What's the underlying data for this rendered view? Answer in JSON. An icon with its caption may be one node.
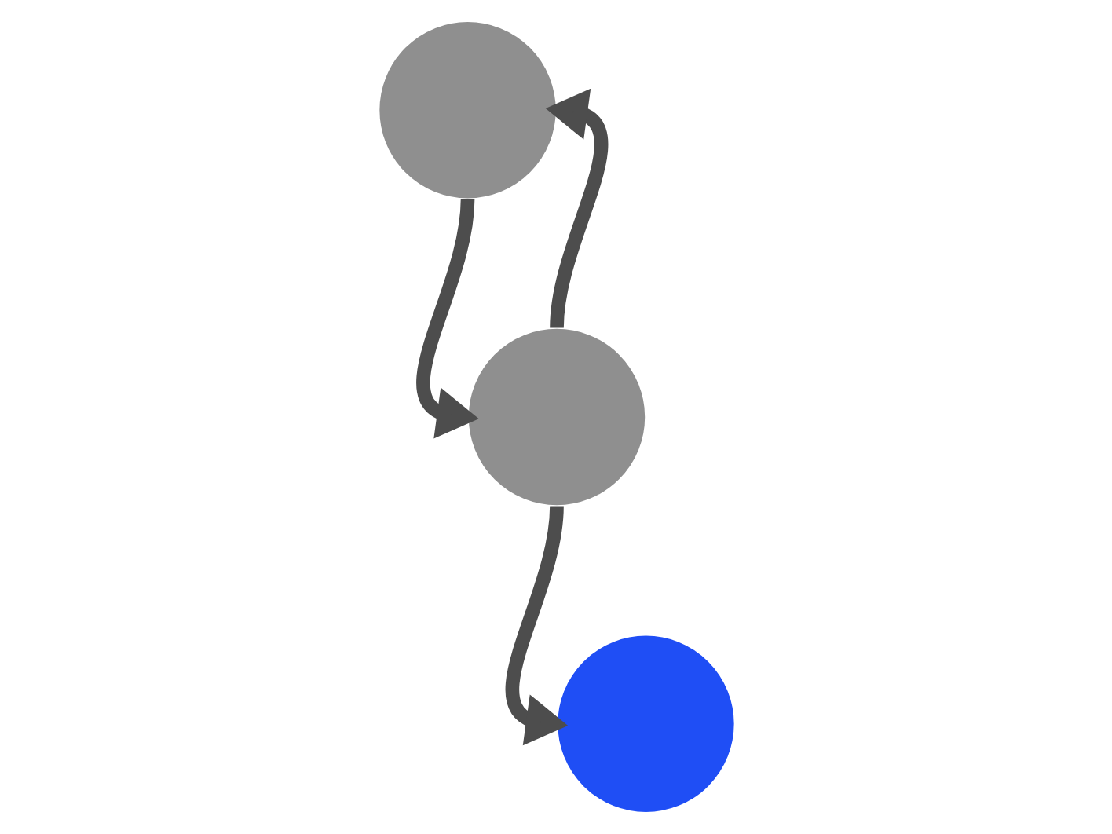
{
  "diagram": {
    "nodes": [
      {
        "text": [],
        "shape": "circle"
      },
      {
        "text": [],
        "shape": "circle"
      },
      {
        "text": [],
        "shape": "circle"
      }
    ],
    "edges": [
      {
        "from": 0,
        "to": 1,
        "arrow": "to"
      },
      {
        "from": 1,
        "to": 0,
        "arrow": "to"
      },
      {
        "from": 1,
        "to": 2,
        "arrow": "to"
      }
    ]
  }
}
